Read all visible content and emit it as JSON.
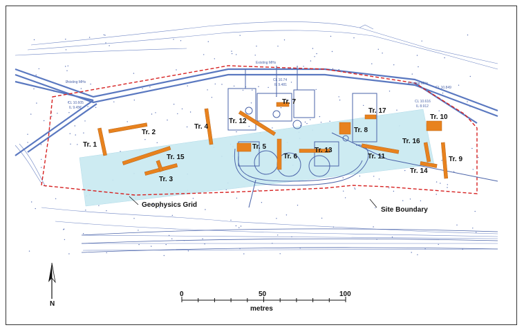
{
  "trenches": [
    {
      "id": "tr1",
      "label": "Tr. 1"
    },
    {
      "id": "tr2",
      "label": "Tr. 2"
    },
    {
      "id": "tr3",
      "label": "Tr. 3"
    },
    {
      "id": "tr4",
      "label": "Tr. 4"
    },
    {
      "id": "tr5",
      "label": "Tr. 5"
    },
    {
      "id": "tr6",
      "label": "Tr. 6"
    },
    {
      "id": "tr7",
      "label": "Tr. 7"
    },
    {
      "id": "tr8",
      "label": "Tr. 8"
    },
    {
      "id": "tr9",
      "label": "Tr. 9"
    },
    {
      "id": "tr10",
      "label": "Tr. 10"
    },
    {
      "id": "tr11",
      "label": "Tr. 11"
    },
    {
      "id": "tr12",
      "label": "Tr. 12"
    },
    {
      "id": "tr13",
      "label": "Tr. 13"
    },
    {
      "id": "tr14",
      "label": "Tr. 14"
    },
    {
      "id": "tr15",
      "label": "Tr. 15"
    },
    {
      "id": "tr16",
      "label": "Tr. 16"
    },
    {
      "id": "tr17",
      "label": "Tr. 17"
    }
  ],
  "callouts": {
    "geophysics_grid": "Geophysics Grid",
    "site_boundary": "Site Boundary"
  },
  "survey_notes": {
    "existing_mhs_1": "Existing MHs",
    "existing_mhs_2": "Existing MHs",
    "existing_mhs_3": "Existing MHs",
    "cl1": "CL 10.605",
    "il1": "IL 9.457",
    "cl2": "CL 10.74",
    "il2": "IL 9.481",
    "cl3": "CL 10.616",
    "il3": "IL 8.912",
    "cl4": "CL 10.849"
  },
  "north_label": "N",
  "scale": {
    "ticks": [
      "0",
      "50",
      "100"
    ],
    "unit": "metres"
  },
  "colors": {
    "geophysics_grid": "#c8e9f1",
    "trench": "#e8821e",
    "site_boundary": "#d62020",
    "survey_lines": "#4a63a8",
    "pipes": "#5a78c0"
  }
}
